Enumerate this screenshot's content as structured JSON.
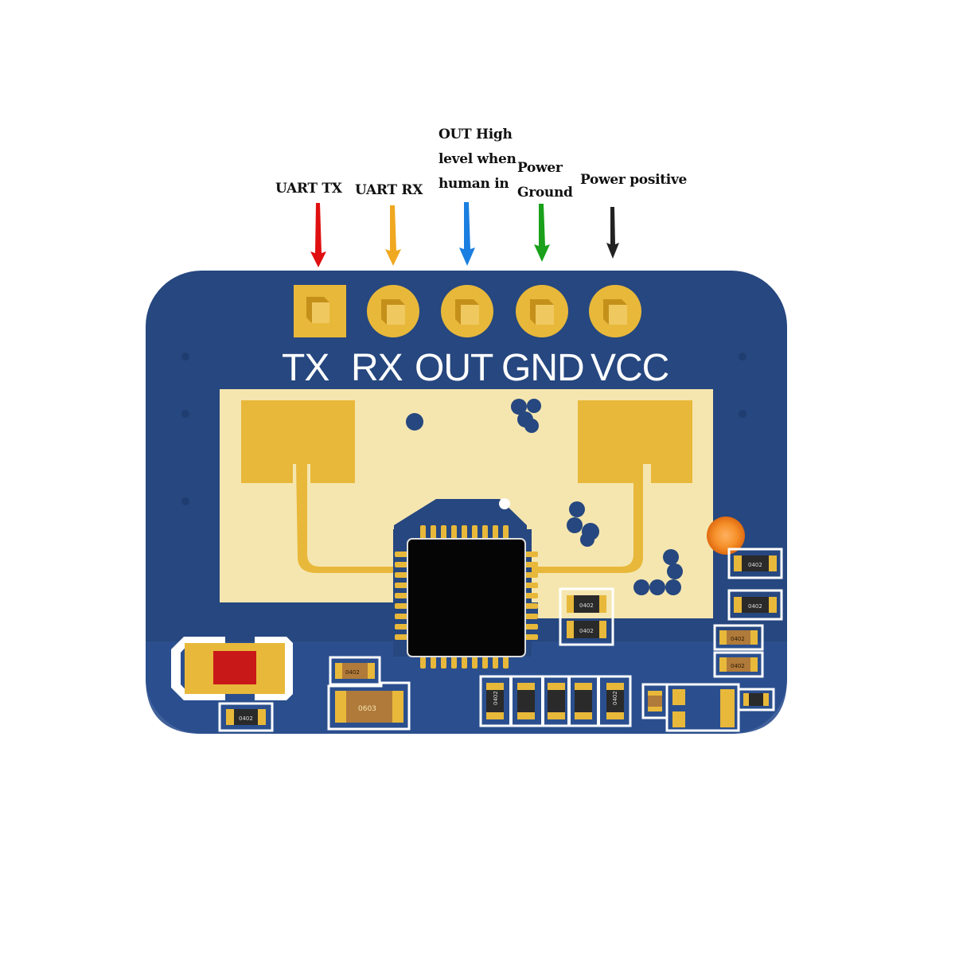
{
  "annotations": {
    "uart_tx": "UART TX",
    "uart_rx": "UART RX",
    "out": "OUT High\nlevel when\nhuman in",
    "power_ground": "Power\nGround",
    "power_positive": "Power positive"
  },
  "pins": {
    "tx": "TX",
    "rx": "RX",
    "out": "OUT",
    "gnd": "GND",
    "vcc": "VCC"
  },
  "components": {
    "r1": "0402",
    "r2": "0402",
    "c_large": "0603",
    "r3": "0402",
    "r4": "0402",
    "r5": "0402",
    "r6": "0402",
    "r7": "0402",
    "r8": "0402",
    "r9": "0402",
    "r10": "0402"
  },
  "colors": {
    "board": "#26477f",
    "gold": "#e8b83a",
    "antenna_zone": "#f5e6b0",
    "arrow_tx": "#e01010",
    "arrow_rx": "#f0a820",
    "arrow_out": "#1a7fe0",
    "arrow_gnd": "#1aa01a",
    "arrow_vcc": "#222222"
  }
}
